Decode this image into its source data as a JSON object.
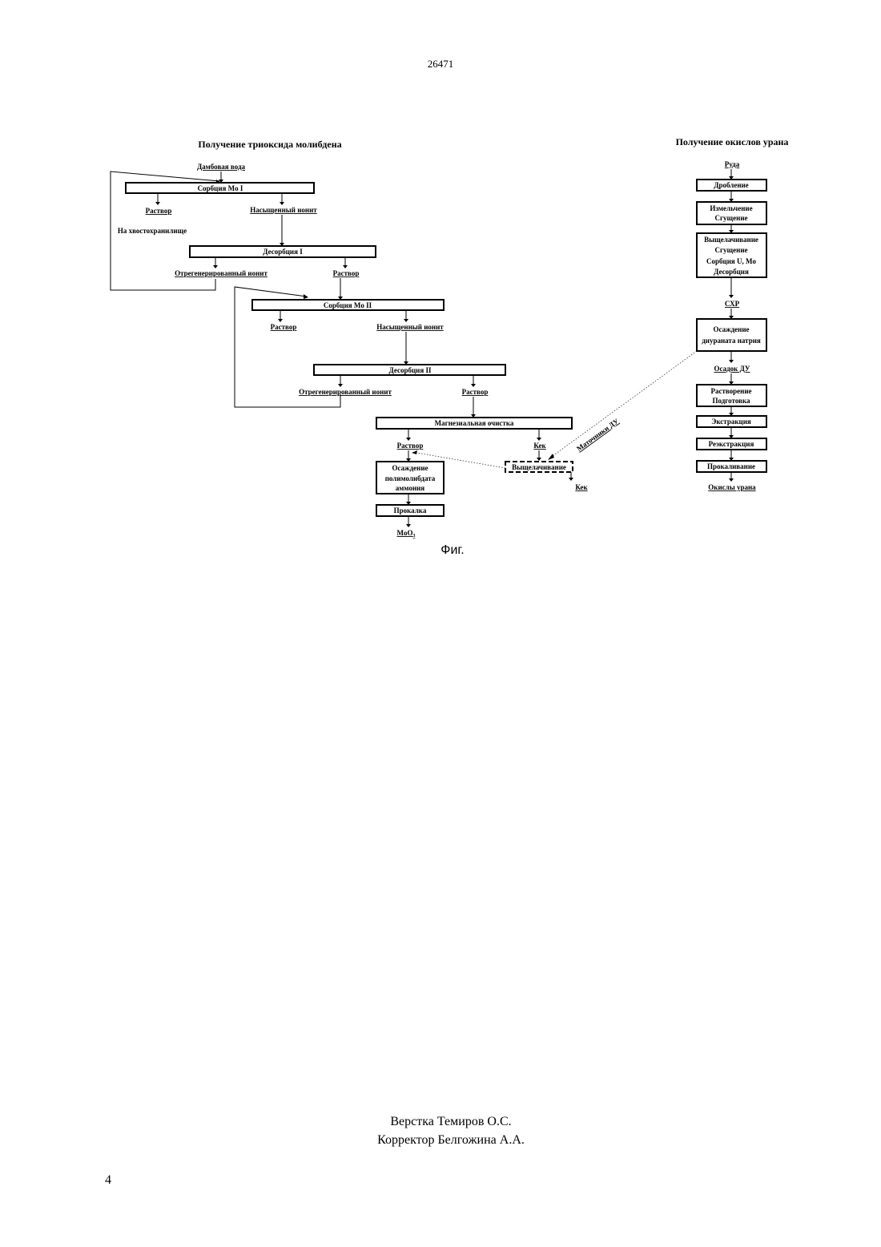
{
  "header": {
    "page_code": "26471"
  },
  "molybdenum": {
    "title": "Получение триоксида молибдена",
    "dam_water": "Дамбовая вода",
    "sorption_1": "Сорбция Mo I",
    "solution_1": "Раствор",
    "tailings": "На хвостохранилище",
    "saturated_1": "Насыщенный ионит",
    "desorption_1": "Десорбция I",
    "regenerated_1": "Отрегенерированный ионит",
    "solution_2": "Раствор",
    "sorption_2": "Сорбция Mo II",
    "solution_3": "Раствор",
    "saturated_2": "Насыщенный ионит",
    "desorption_2": "Десорбция II",
    "regenerated_2": "Отрегенерированный ионит",
    "solution_4": "Раствор",
    "magnesia": "Магнезиальная очистка",
    "solution_5": "Раствор",
    "cake_1": "Кек",
    "leaching": "Выщелачивание",
    "cake_2": "Кек",
    "precip_l1": "Осаждение",
    "precip_l2": "полимолибдата",
    "precip_l3": "аммония",
    "calcination": "Прокалка",
    "product_base": "MoO",
    "product_sub": "3",
    "mother_liquor": "Маточники ДУ"
  },
  "uranium": {
    "title": "Получение окислов урана",
    "ore": "Руда",
    "crushing": "Дробление",
    "grinding_l1": "Измельчение",
    "grinding_l2": "Сгущение",
    "leach_l1": "Выщелачивание",
    "leach_l2": "Сгущение",
    "leach_l3": "Сорбция U, Mo",
    "leach_l4": "Десорбция",
    "chr": "СХР",
    "sdu_l1": "Осаждение",
    "sdu_l2": "диураната натрия",
    "du_sediment": "Осадок ДУ",
    "dissolve_l1": "Растворение",
    "dissolve_l2": "Подготовка",
    "extraction": "Экстракция",
    "reextraction": "Реэкстракция",
    "calcining": "Прокаливание",
    "oxides": "Окислы урана"
  },
  "figure": {
    "label": "Фиг."
  },
  "footer": {
    "layout_by": "Верстка Темиров О.С.",
    "corrector": "Корректор Белгожина А.А.",
    "page_number": "4"
  }
}
